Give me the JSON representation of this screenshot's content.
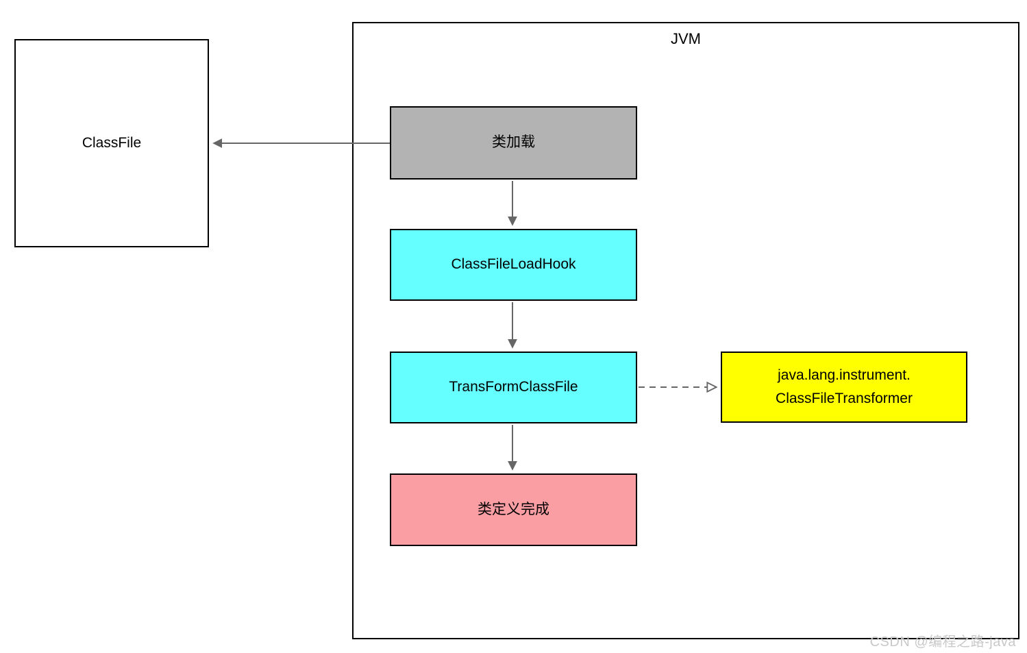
{
  "diagram": {
    "container_title": "JVM",
    "nodes": {
      "classfile": {
        "label": "ClassFile",
        "fill": "#ffffff"
      },
      "class_load": {
        "label": "类加载",
        "fill": "#b3b3b3"
      },
      "class_file_load_hook": {
        "label": "ClassFileLoadHook",
        "fill": "#66ffff"
      },
      "transform_class_file": {
        "label": "TransFormClassFile",
        "fill": "#66ffff"
      },
      "class_define_complete": {
        "label": "类定义完成",
        "fill": "#fa9ea3"
      },
      "class_file_transformer": {
        "label_line1": "java.lang.instrument.",
        "label_line2": "ClassFileTransformer",
        "fill": "#ffff00"
      }
    },
    "edges": [
      {
        "from": "class_load",
        "to": "classfile",
        "style": "solid",
        "arrowhead": "filled"
      },
      {
        "from": "class_load",
        "to": "class_file_load_hook",
        "style": "solid",
        "arrowhead": "filled"
      },
      {
        "from": "class_file_load_hook",
        "to": "transform_class_file",
        "style": "solid",
        "arrowhead": "filled"
      },
      {
        "from": "transform_class_file",
        "to": "class_define_complete",
        "style": "solid",
        "arrowhead": "filled"
      },
      {
        "from": "transform_class_file",
        "to": "class_file_transformer",
        "style": "dashed",
        "arrowhead": "open"
      }
    ],
    "colors": {
      "node_border": "#000000",
      "arrow": "#666666",
      "background": "#ffffff"
    }
  },
  "watermark": {
    "text": "CSDN @编程之路-java",
    "color": "#c9c9c9"
  }
}
